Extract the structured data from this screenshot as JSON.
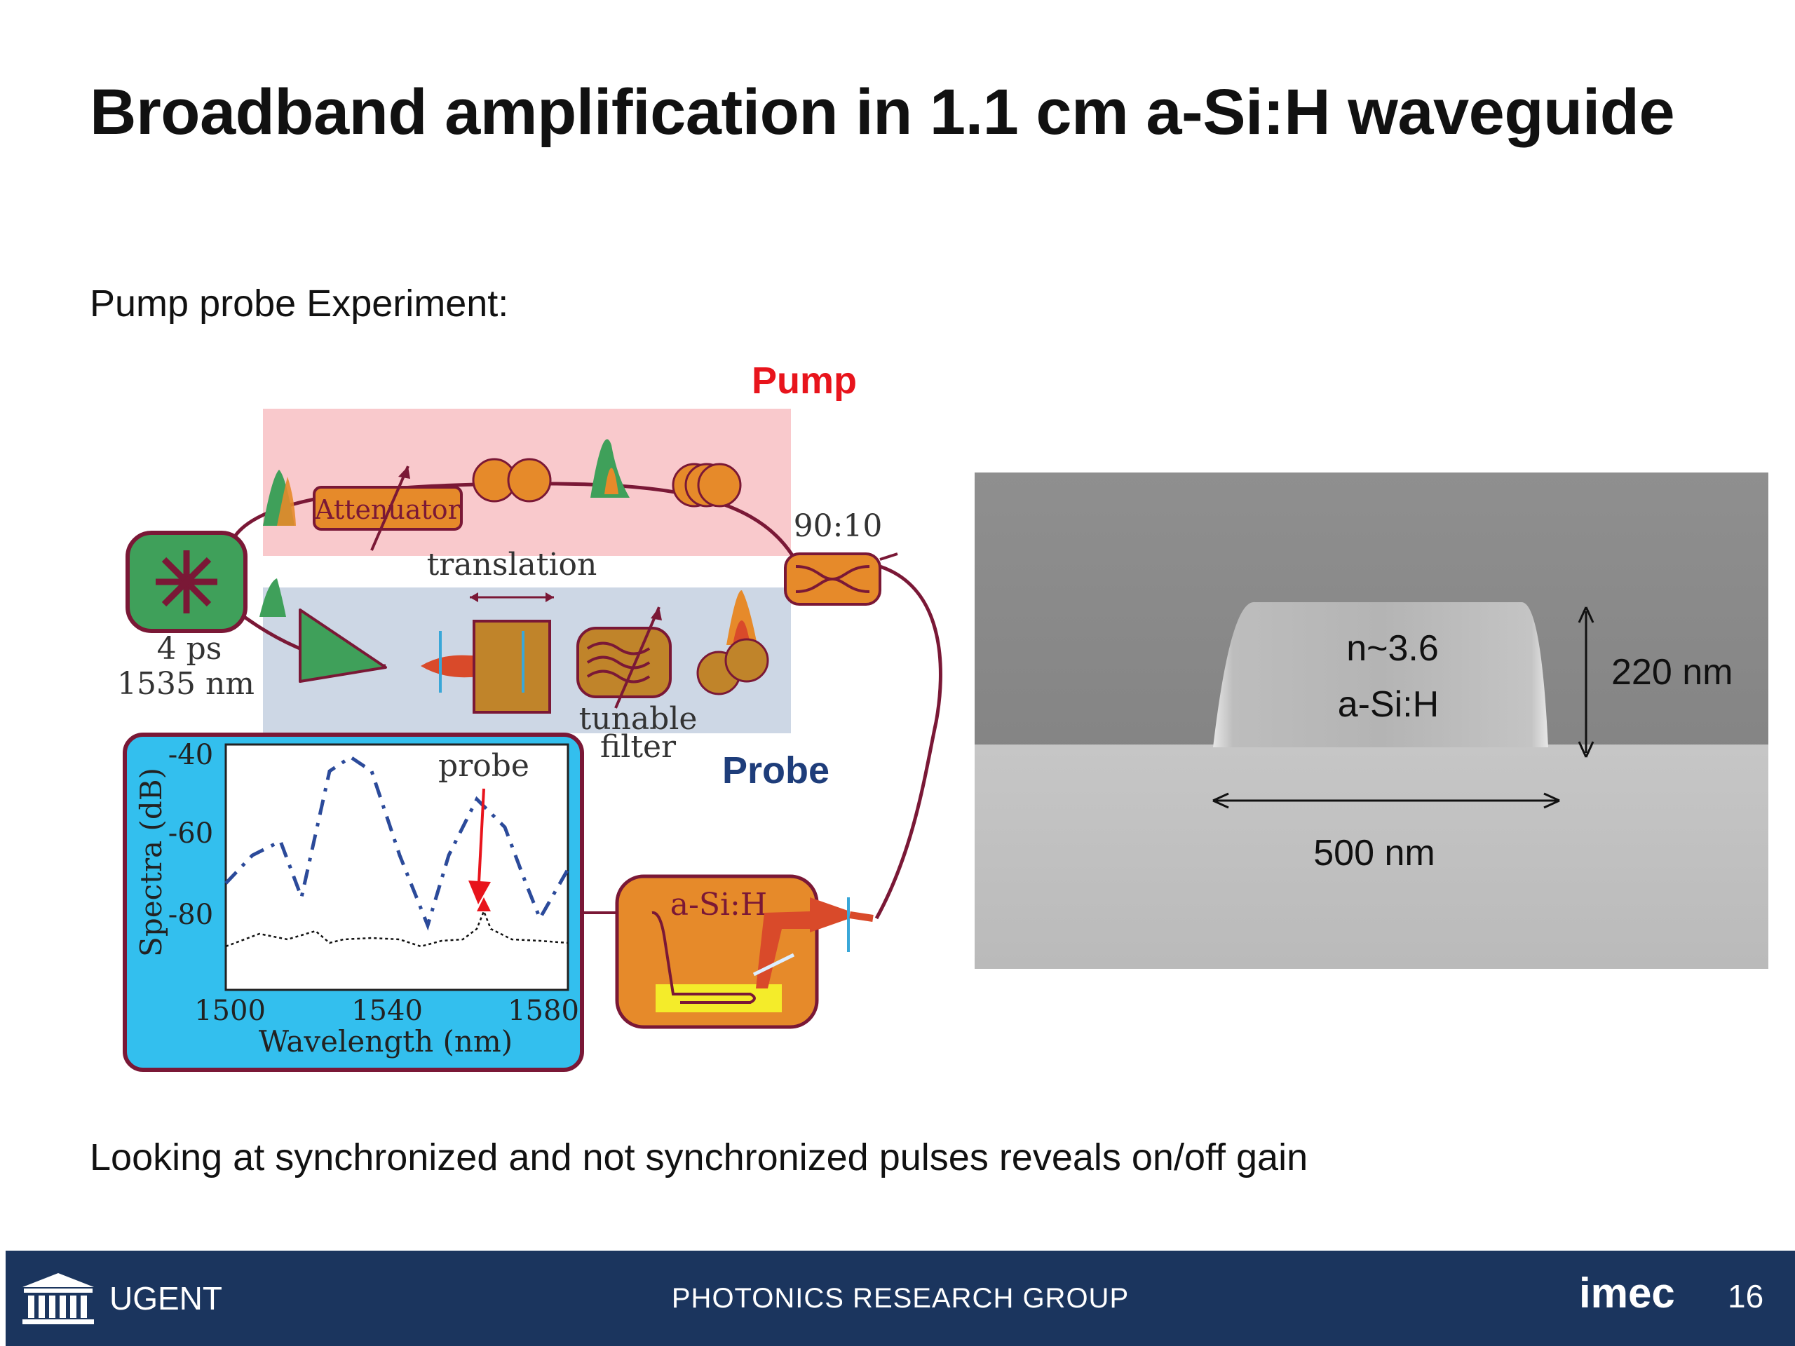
{
  "slide": {
    "title": "Broadband amplification in 1.1 cm a-Si:H waveguide",
    "subtitle": "Pump probe Experiment:",
    "caption": "Looking at synchronized and not synchronized pulses  reveals on/off gain",
    "pump_label": "Pump",
    "probe_label": "Probe"
  },
  "setup": {
    "attenuator": "Attenuator",
    "translation": "translation",
    "tunable": "tunable",
    "filter": "filter",
    "coupler": "90:10",
    "source_pulse": "4 ps",
    "source_wavelength": "1535 nm",
    "chip_label": "a-Si:H",
    "plot_probe_label": "probe",
    "plot_ylabel": "Spectra (dB)",
    "plot_xlabel": "Wavelength (nm)",
    "plot_xticks": [
      "1500",
      "1540",
      "1580"
    ],
    "plot_yticks": [
      "-40",
      "-60",
      "-80"
    ],
    "colors": {
      "pump_band": "#f9c9cc",
      "probe_band": "#cdd7e5",
      "component_orange": "#e68a2a",
      "source_green": "#3fa05a",
      "fiber": "#7a1836",
      "plot_frame": "#33bfee"
    }
  },
  "sem": {
    "index": "n~3.6",
    "material": "a-Si:H",
    "height": "220 nm",
    "width": "500 nm"
  },
  "footer": {
    "university": "UGENT",
    "group": "PHOTONICS RESEARCH GROUP",
    "partner": "imec",
    "page": "16"
  }
}
